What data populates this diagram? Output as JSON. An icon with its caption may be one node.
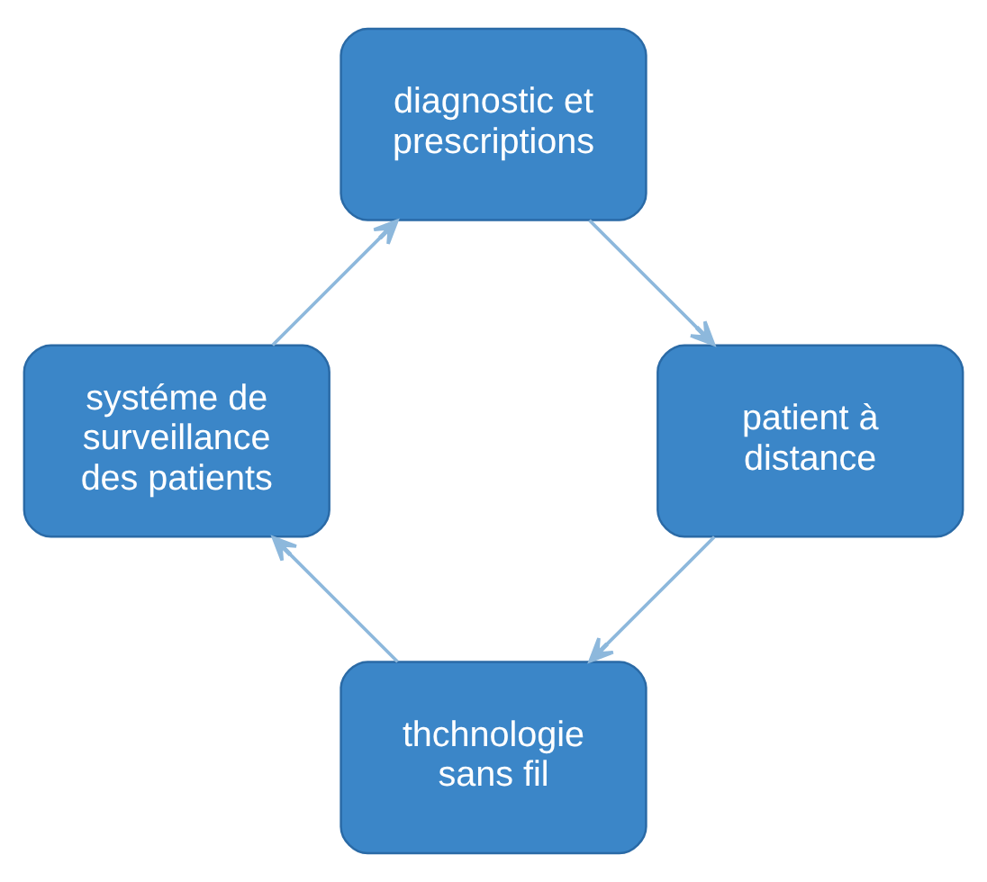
{
  "diagram": {
    "nodes": [
      {
        "text": [
          "thchnologie sans fil"
        ]
      },
      {
        "text": [
          "systéme de surveillance des patients"
        ]
      },
      {
        "text": [
          "diagnostic et prescriptions"
        ]
      },
      {
        "text": [
          "patient à distance"
        ]
      }
    ],
    "edges": [
      {
        "from": 0,
        "to": 1,
        "arrow": "to"
      },
      {
        "from": 1,
        "to": 2,
        "arrow": "to"
      },
      {
        "from": 2,
        "to": 3,
        "arrow": "to"
      },
      {
        "from": 3,
        "to": 0,
        "arrow": "to"
      }
    ]
  }
}
